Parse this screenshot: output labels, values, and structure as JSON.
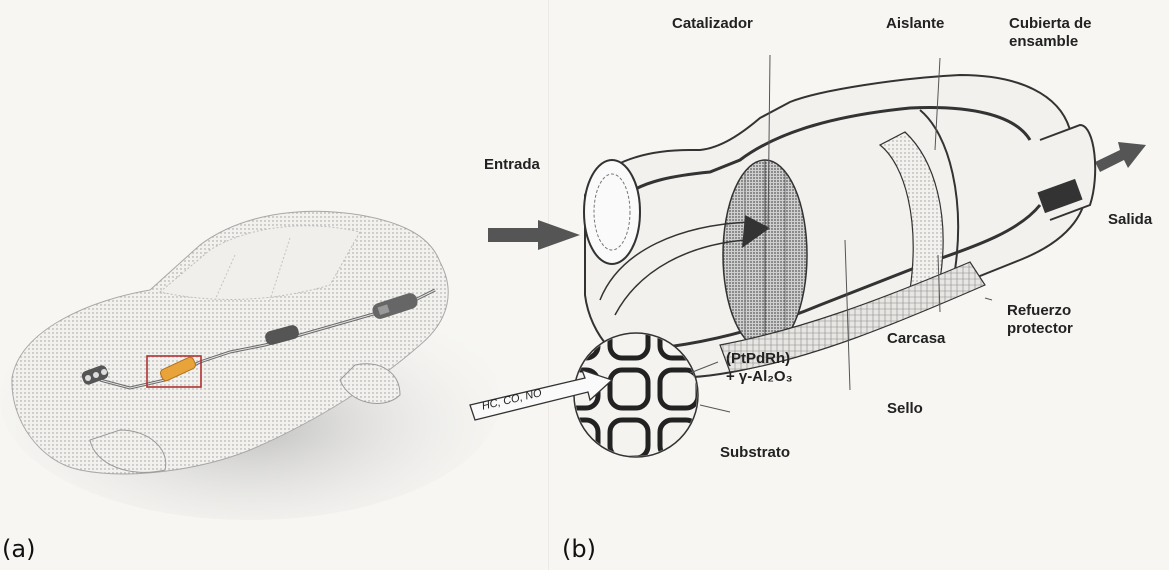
{
  "panel_a": {
    "label": "(a)",
    "accent_color": "#e8a33a",
    "frame_color": "#b03030"
  },
  "panel_b": {
    "label": "(b)",
    "labels": {
      "catalyst": "Catalizador",
      "insulation": "Aislante",
      "assembly_cover": "Cubierta de ensamble",
      "inlet": "Entrada",
      "outlet": "Salida",
      "shield": "Refuerzo protector",
      "housing": "Carcasa",
      "seal": "Sello",
      "substrate": "Substrato",
      "formula_line1": "(PtPdRh)",
      "formula_line2": "+ γ-Al₂O₃",
      "gases": "HC, CO, NO"
    }
  }
}
